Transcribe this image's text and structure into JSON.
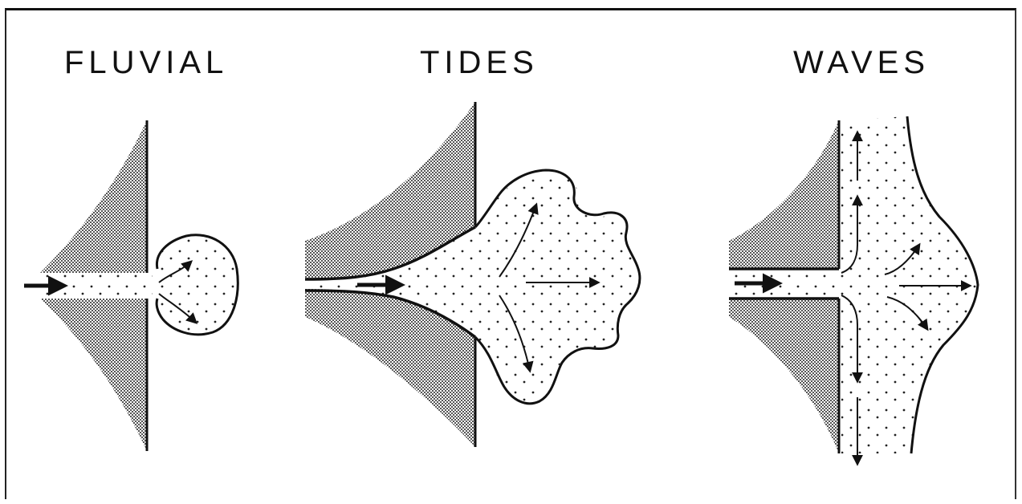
{
  "panels": [
    {
      "id": "fluvial",
      "title": "FLUVIAL"
    },
    {
      "id": "tides",
      "title": "TIDES"
    },
    {
      "id": "waves",
      "title": "WAVES"
    }
  ],
  "colors": {
    "ink": "#111111",
    "land_shading": "#7a7a7a",
    "background": "#ffffff"
  }
}
